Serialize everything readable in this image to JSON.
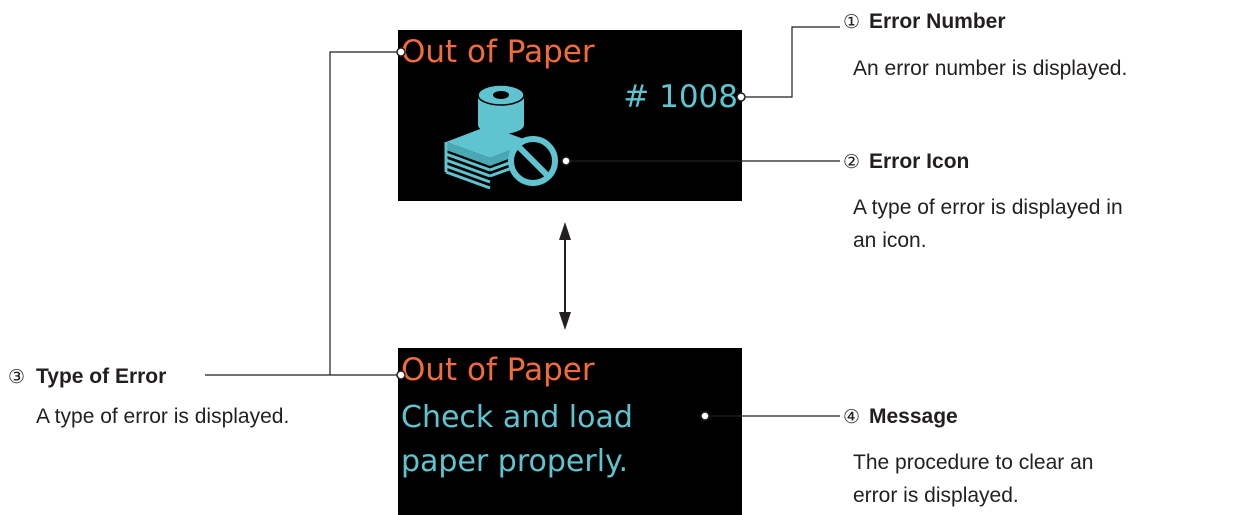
{
  "screen_top": {
    "title": "Out of Paper",
    "error_number": "# 1008",
    "icon": "out-of-paper-icon"
  },
  "screen_bottom": {
    "title": "Out of Paper",
    "message_line1": "Check and load",
    "message_line2": "paper properly."
  },
  "callouts": {
    "error_number": {
      "marker": "①",
      "title": "Error Number",
      "desc_line1": "An error number is displayed."
    },
    "error_icon": {
      "marker": "②",
      "title": "Error Icon",
      "desc_line1": "A type of error is displayed in",
      "desc_line2": "an icon."
    },
    "type_of_error": {
      "marker": "③",
      "title": "Type of Error",
      "desc_line1": "A type of error is displayed."
    },
    "message": {
      "marker": "④",
      "title": "Message",
      "desc_line1": "The procedure to clear an",
      "desc_line2": "error is displayed."
    }
  },
  "colors": {
    "screen_bg": "#000000",
    "title_orange": "#f26b3a",
    "text_cyan": "#5fc4d0",
    "leader_line": "#231f20"
  }
}
